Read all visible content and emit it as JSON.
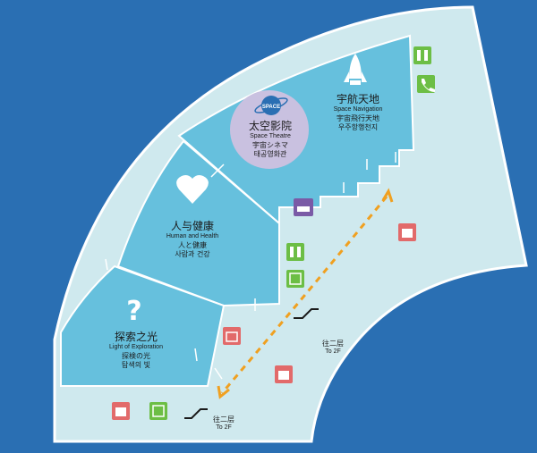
{
  "zones": {
    "space_navigation": {
      "zh": "宇航天地",
      "en": "Space Navigation",
      "ja": "宇宙飛行天地",
      "ko": "우주항행천지"
    },
    "space_theatre": {
      "zh": "太空影院",
      "en": "Space Theatre",
      "ja": "宇宙シネマ",
      "ko": "태공영화관",
      "badge": "SPACE"
    },
    "human_health": {
      "zh": "人与健康",
      "en": "Human and Health",
      "ja": "人と健康",
      "ko": "사람과 건강"
    },
    "exploration": {
      "zh": "探索之光",
      "en": "Light of Exploration",
      "ja": "探検の光",
      "ko": "탐색의 빛"
    }
  },
  "escalators": [
    {
      "zh": "往二层",
      "en": "To 2F"
    },
    {
      "zh": "往二层",
      "en": "To 2F"
    }
  ],
  "icons": [
    "restroom-icon",
    "telephone-icon",
    "first-aid-icon",
    "elevator-icon",
    "gift-shop-icon",
    "info-desk-icon",
    "escalator-icon"
  ],
  "colors": {
    "background": "#2a6fb3",
    "floor": "#cfe9ee",
    "exhibit": "#66c0dd",
    "theatre": "#c9c1e0",
    "green_icon": "#6cbe45",
    "red_icon": "#e26a6a",
    "purple_icon": "#7a5aa6",
    "route": "#f0a020"
  }
}
